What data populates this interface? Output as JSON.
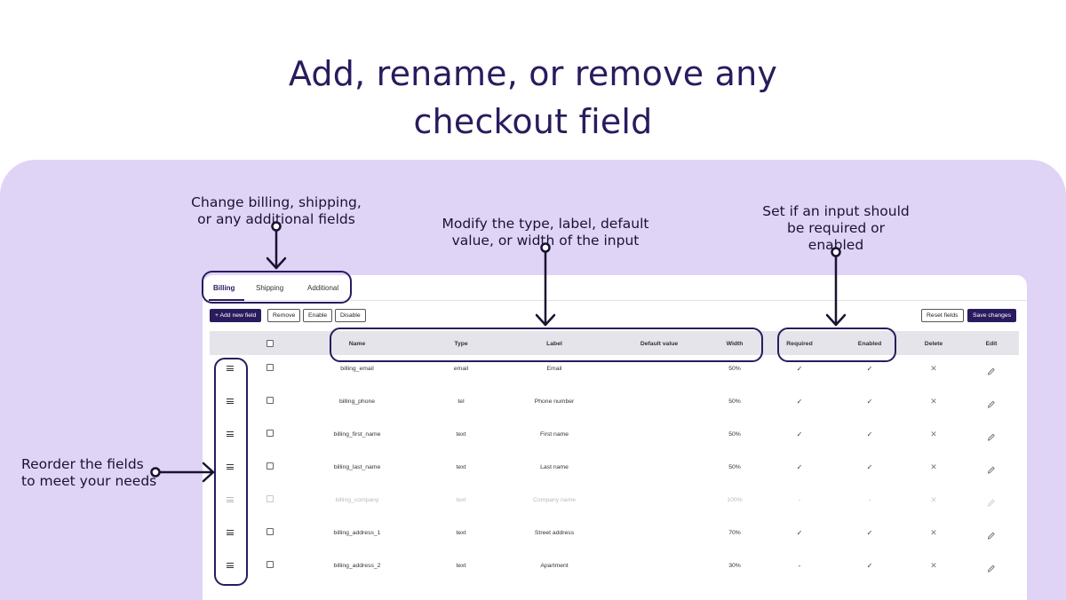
{
  "headline": {
    "line1": "Add, rename, or remove any",
    "line2": "checkout field"
  },
  "callouts": {
    "tabs": [
      "Change billing, shipping,",
      "or any additional fields"
    ],
    "columns": [
      "Modify the type, label, default",
      "value, or width of the input"
    ],
    "required": [
      "Set if an input should",
      "be required or",
      "enabled"
    ],
    "reorder": [
      "Reorder the fields",
      "to meet your needs"
    ]
  },
  "tabs": [
    "Billing",
    "Shipping",
    "Additional"
  ],
  "active_tab": "Billing",
  "toolbar": {
    "add_label": "+ Add new field",
    "remove_label": "Remove",
    "enable_label": "Enable",
    "disable_label": "Disable",
    "reset_label": "Reset fields",
    "save_label": "Save changes"
  },
  "columns": {
    "name": "Name",
    "type": "Type",
    "label": "Label",
    "default_value": "Default value",
    "width": "Width",
    "required": "Required",
    "enabled": "Enabled",
    "delete": "Delete",
    "edit": "Edit"
  },
  "rows": [
    {
      "name": "billing_email",
      "type": "email",
      "label": "Email",
      "width": "50%",
      "required": "✓",
      "enabled": "✓",
      "disabled": false
    },
    {
      "name": "billing_phone",
      "type": "tel",
      "label": "Phone number",
      "width": "50%",
      "required": "✓",
      "enabled": "✓",
      "disabled": false
    },
    {
      "name": "billing_first_name",
      "type": "text",
      "label": "First name",
      "width": "50%",
      "required": "✓",
      "enabled": "✓",
      "disabled": false
    },
    {
      "name": "billing_last_name",
      "type": "text",
      "label": "Last name",
      "width": "50%",
      "required": "✓",
      "enabled": "✓",
      "disabled": false
    },
    {
      "name": "billing_company",
      "type": "text",
      "label": "Company name",
      "width": "100%",
      "required": "-",
      "enabled": "-",
      "disabled": true
    },
    {
      "name": "billing_address_1",
      "type": "text",
      "label": "Street address",
      "width": "70%",
      "required": "✓",
      "enabled": "✓",
      "disabled": false
    },
    {
      "name": "billing_address_2",
      "type": "text",
      "label": "Apartment",
      "width": "30%",
      "required": "-",
      "enabled": "✓",
      "disabled": false
    }
  ],
  "icons": {
    "delete": "close-icon",
    "edit": "pencil-icon",
    "drag": "drag-handle-icon",
    "checkbox": "checkbox-icon"
  },
  "colors": {
    "brand": "#2a1b5e",
    "background_panel": "#e0d4f6",
    "header_row": "#e4e4ea"
  }
}
